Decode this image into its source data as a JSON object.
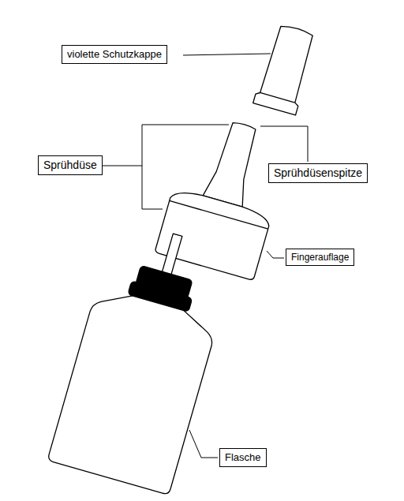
{
  "diagram": {
    "nodes": [
      {
        "text": [
          "violette Schutzkappe"
        ]
      },
      {
        "text": [
          "Sprühdüse"
        ]
      },
      {
        "text": [
          "Sprühdüsenspitze"
        ]
      },
      {
        "text": [
          "Fingerauflage"
        ]
      },
      {
        "text": [
          "Flasche"
        ]
      }
    ]
  }
}
